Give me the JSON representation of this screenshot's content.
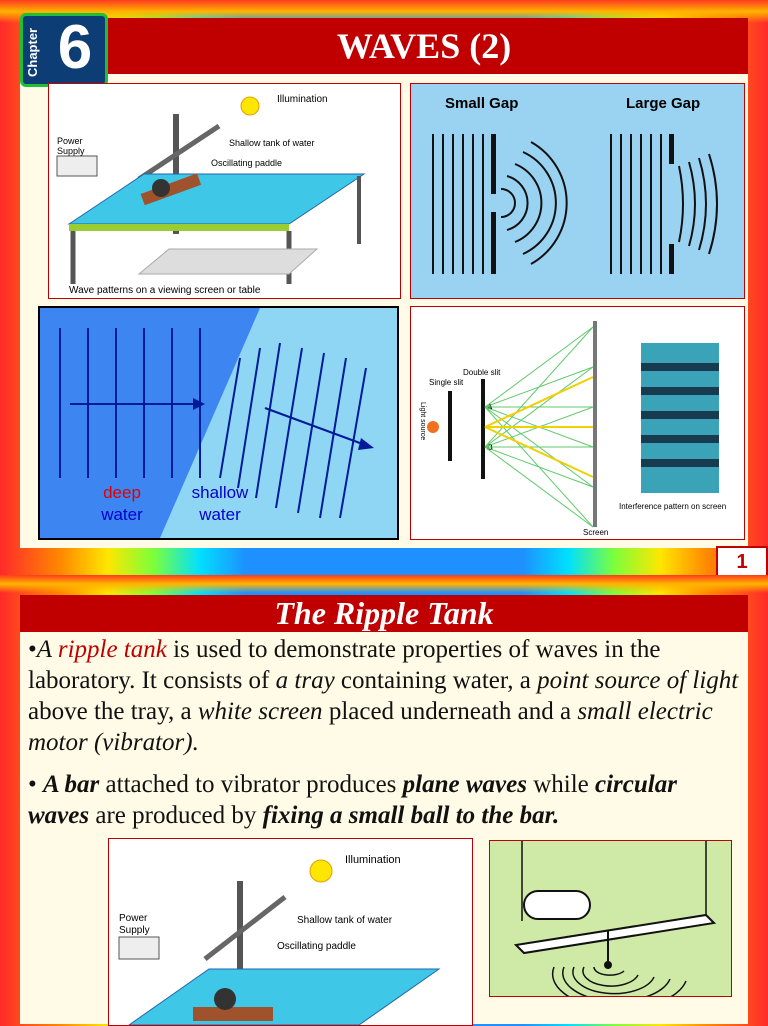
{
  "slide1": {
    "chapter_label": "Chapter",
    "chapter_number": "6",
    "title": "WAVES (2)",
    "page_number": "1",
    "ripple_diagram": {
      "illumination": "Illumination",
      "power_supply_1": "Power",
      "power_supply_2": "Supply",
      "shallow_tank": "Shallow tank of water",
      "paddle": "Oscillating paddle",
      "viewing": "Wave patterns on a viewing screen or table"
    },
    "gap_diagram": {
      "small_gap": "Small Gap",
      "large_gap": "Large Gap"
    },
    "refraction": {
      "deep_1": "deep",
      "deep_2": "water",
      "shallow_1": "shallow",
      "shallow_2": "water"
    },
    "interference": {
      "light_source": "Light source",
      "single_slit": "Single slit",
      "double_slit": "Double slit",
      "slit_a": "A",
      "slit_b": "B",
      "screen": "Screen",
      "pattern": "Interference pattern on screen"
    }
  },
  "slide2": {
    "title": "The Ripple Tank",
    "p1": {
      "bullet": "•",
      "a1": "A ",
      "a2": "ripple tank",
      "a3": " is used to demonstrate properties of waves in the laboratory. It consists of ",
      "a4": "a tray",
      "a5": " containing water, a ",
      "a6": "point source of light",
      "a7": " above the tray, a ",
      "a8": "white screen",
      "a9": " placed underneath and a ",
      "a10": "small electric motor (vibrator)."
    },
    "p2": {
      "bullet": "• ",
      "b1": "A bar",
      "b2": " attached to vibrator produces ",
      "b3": "plane waves",
      "b4": " while ",
      "b5": "circular waves",
      "b6": " are produced by ",
      "b7": "fixing a small ball to the bar."
    },
    "ripple_diagram": {
      "illumination": "Illumination",
      "power_supply_1": "Power",
      "power_supply_2": "Supply",
      "shallow_tank": "Shallow tank of water",
      "paddle": "Oscillating paddle"
    }
  }
}
